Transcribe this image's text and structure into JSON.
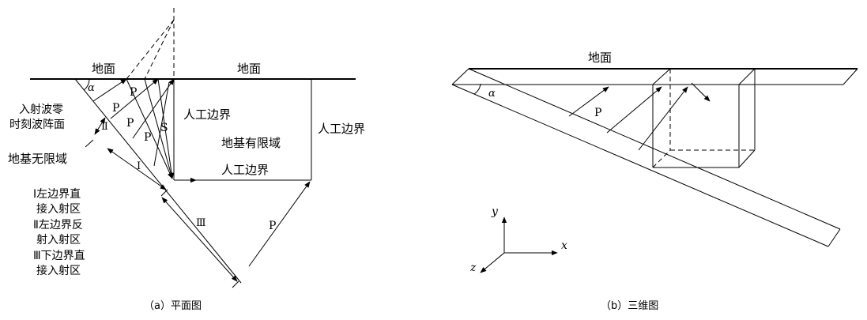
{
  "panel_a": {
    "ground_left": "地面",
    "ground_right": "地面",
    "alpha": "α",
    "incident_wave": [
      "入射波零",
      "时刻波阵面"
    ],
    "left_infinite": "地基无限域",
    "finite_domain": "地基有限域",
    "artificial_boundary_left": "人工边界",
    "artificial_boundary_right": "人工边界",
    "artificial_boundary_bottom": "人工边界",
    "wave_P": "P",
    "wave_S": "S",
    "zone_I": "Ⅰ",
    "zone_II": "Ⅱ",
    "zone_III": "Ⅲ",
    "legend": [
      "Ⅰ左边界直",
      "接入射区",
      "Ⅱ左边界反",
      "射入射区",
      "Ⅲ下边界直",
      "接入射区"
    ],
    "caption": "（a）平面图"
  },
  "panel_b": {
    "ground": "地面",
    "alpha": "α",
    "wave_P": "P",
    "axis_x": "x",
    "axis_y": "y",
    "axis_z": "z",
    "caption": "（b）三维图"
  }
}
